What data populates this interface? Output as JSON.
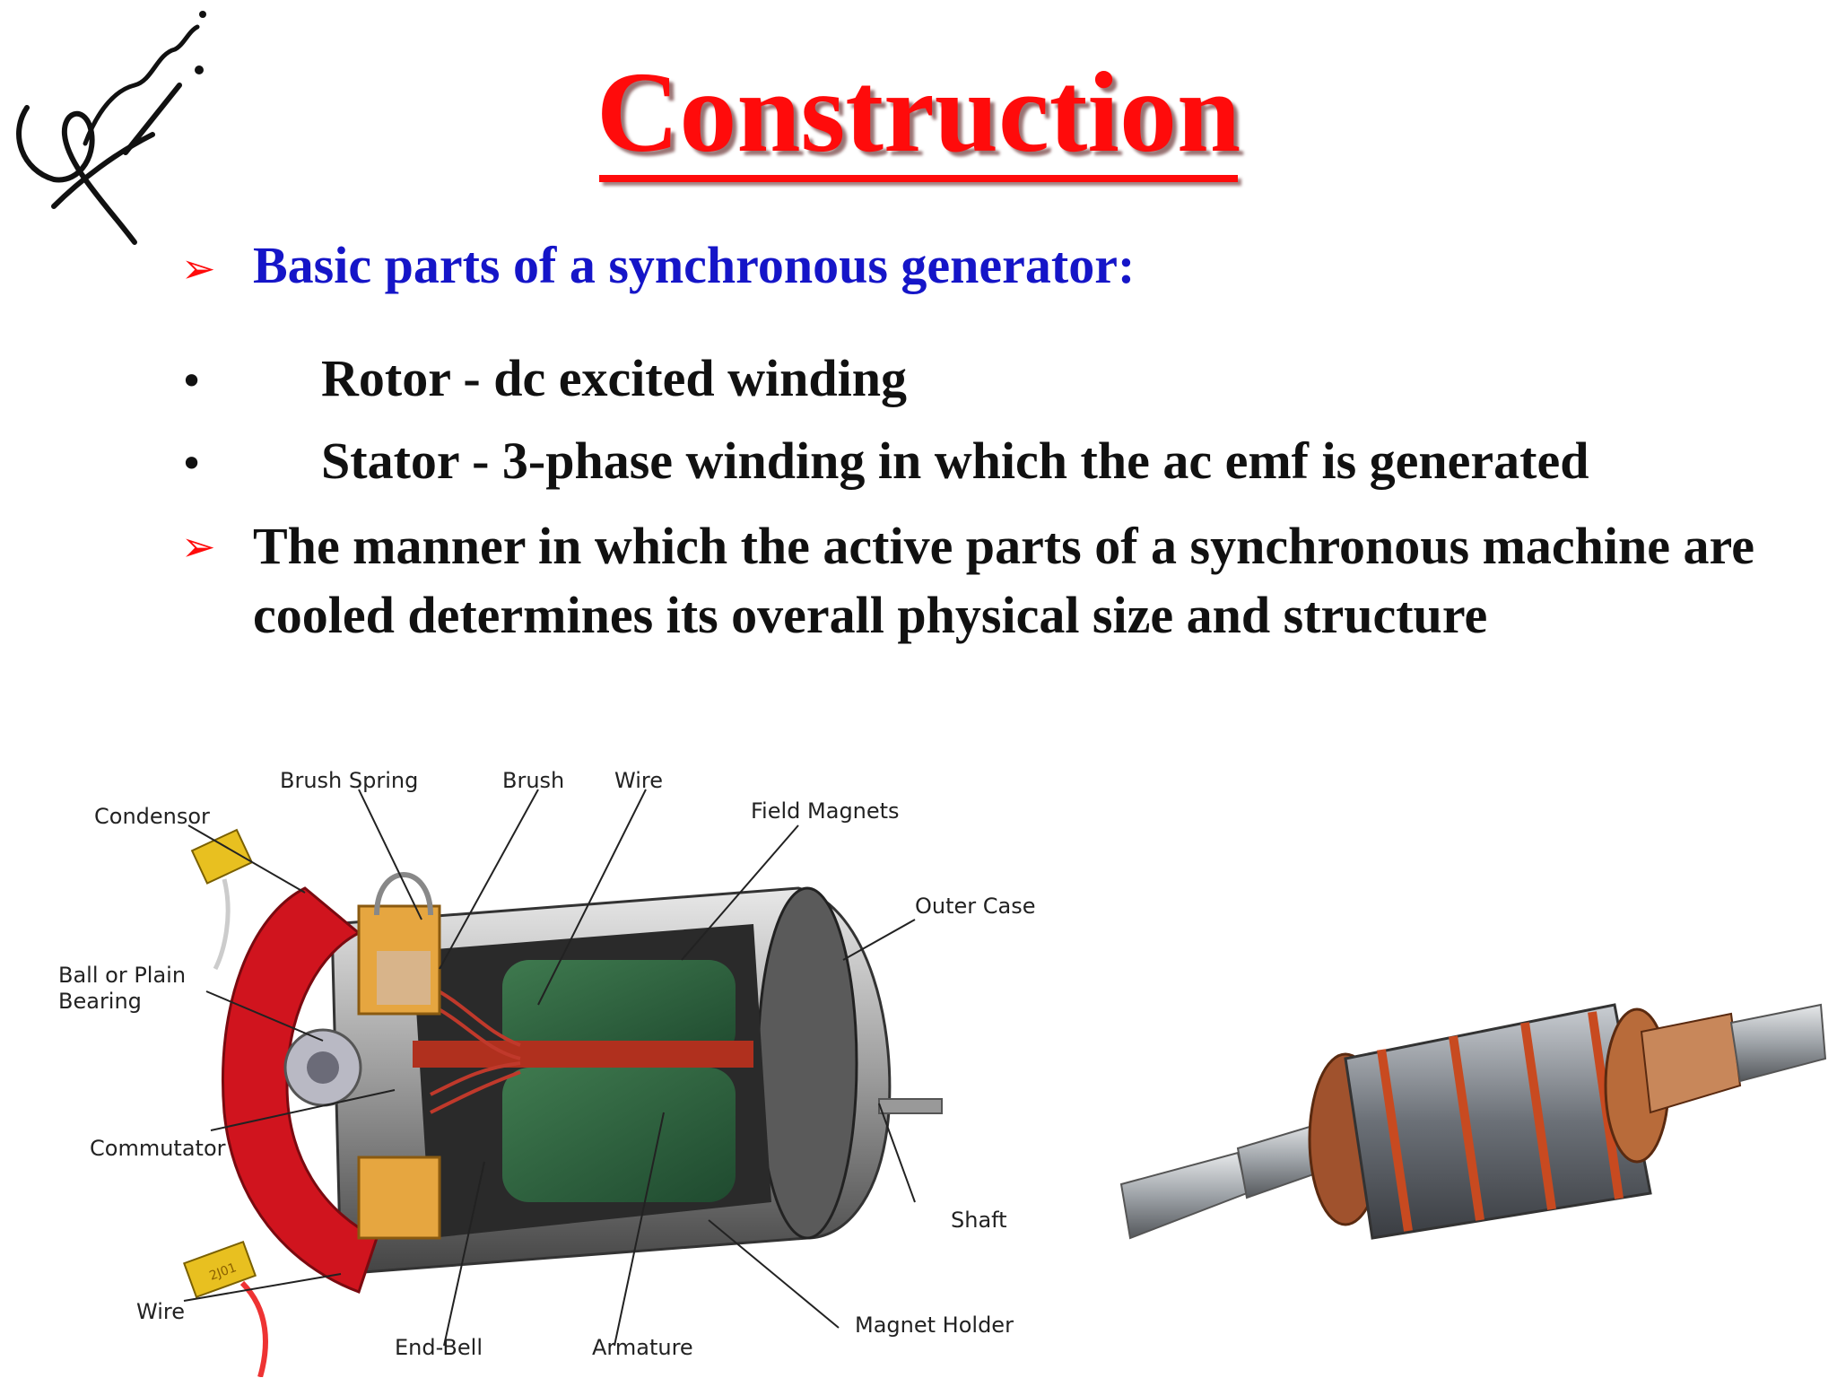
{
  "slide": {
    "title": "Construction",
    "heading": "Basic parts of a synchronous generator:",
    "bullets": [
      "Rotor - dc excited winding",
      "Stator - 3-phase winding in which the ac emf is generated"
    ],
    "paragraph": "The manner in which the active parts of a synchronous machine are cooled determines its overall physical size and structure"
  },
  "diagram_labels": {
    "condensor": "Condensor",
    "brush_spring": "Brush Spring",
    "brush": "Brush",
    "wire_top": "Wire",
    "field_magnets": "Field Magnets",
    "outer_case": "Outer Case",
    "bearing_1": "Ball or Plain",
    "bearing_2": "Bearing",
    "commutator": "Commutator",
    "shaft": "Shaft",
    "wire_bottom": "Wire",
    "end_bell": "End-Bell",
    "armature": "Armature",
    "magnet_holder": "Magnet Holder",
    "condensor_mark": "2J01"
  },
  "colors": {
    "title": "#ff0b0b",
    "heading": "#1515c8",
    "arrow": "#ff0b0b"
  },
  "icons": {
    "heading_marker": "arrowhead-bullet-icon",
    "list_marker": "round-bullet-icon"
  }
}
